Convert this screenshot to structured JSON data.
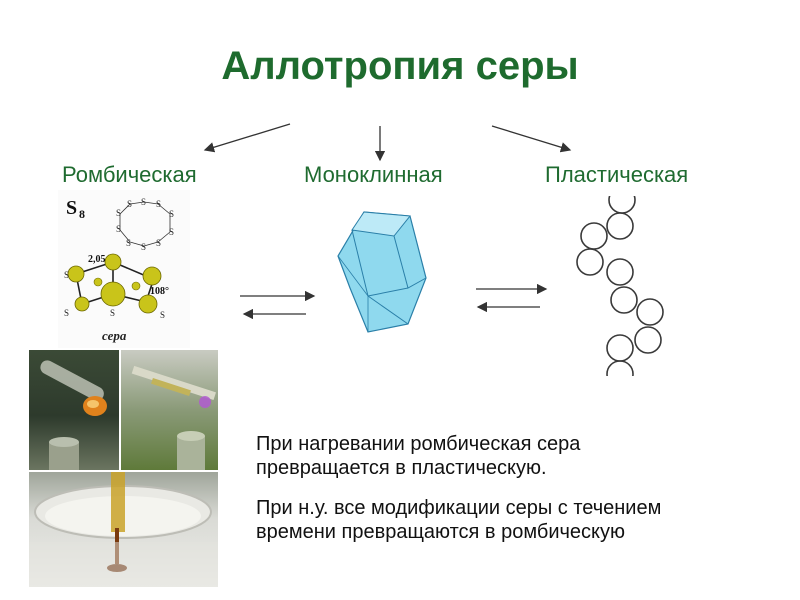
{
  "title": "Аллотропия серы",
  "labels": {
    "rhombic": "Ромбическая",
    "monoclinic": "Моноклинная",
    "plastic": "Пластическая"
  },
  "molecule": {
    "formula_main": "S",
    "formula_sub": "8",
    "bond_length": "2,05",
    "bond_angle": "108°",
    "atom": "S",
    "caption": "сера"
  },
  "paragraphs": {
    "p1_line1": "При нагревании ромбическая сера",
    "p1_line2": "превращается в пластическую.",
    "p2_line1": "При н.у. все модификации серы с течением",
    "p2_line2": "времени превращаются в ромбическую"
  },
  "colors": {
    "title": "#1e6b2e",
    "labels": "#1f6b30",
    "crystal": "#7fd3ea",
    "sulfur_atom": "#c9c41a"
  }
}
